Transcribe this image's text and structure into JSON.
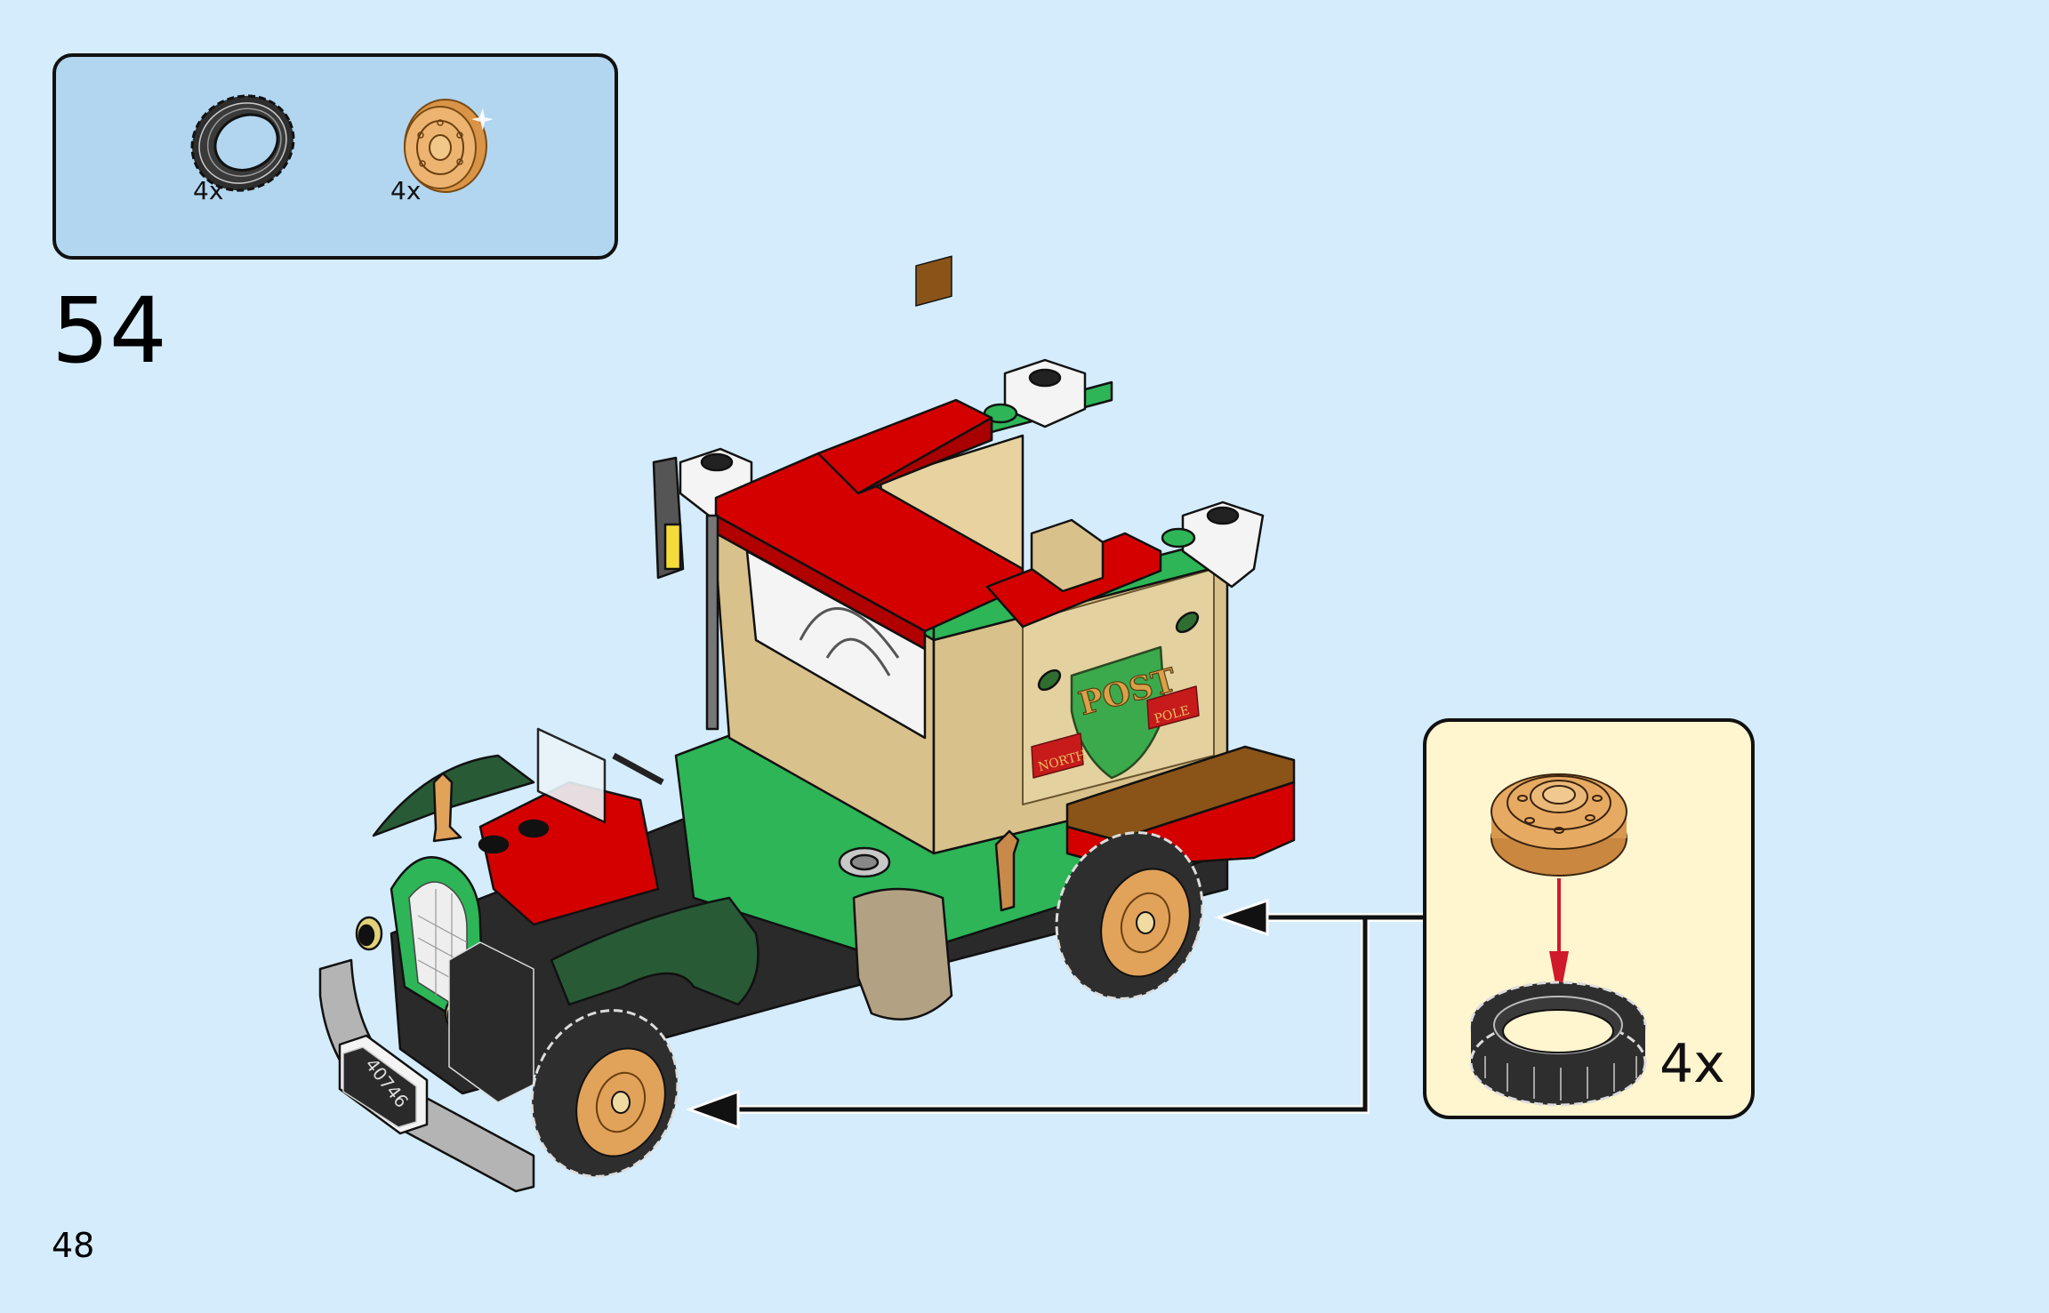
{
  "page": {
    "page_number": "48",
    "step_number": "54",
    "background_color": "#D4ECFB"
  },
  "parts_list": {
    "fill_color": "#B2D6F0",
    "items": [
      {
        "name": "tire",
        "icon": "black-tire-icon",
        "color": "#2E2E2E",
        "quantity": "4x"
      },
      {
        "name": "wheel-rim",
        "icon": "pearl-gold-wheel-icon",
        "color": "#E3A458",
        "quantity": "4x"
      }
    ]
  },
  "subassembly": {
    "fill_color": "#FFF5CF",
    "quantity": "4x",
    "instruction": "press wheel rim into tire",
    "arrow_color": "#D01A2A",
    "parts": [
      "pearl-gold-wheel-rim",
      "black-tire"
    ]
  },
  "model": {
    "description": "North Pole post truck",
    "license_plate": "40746",
    "sign": {
      "main": "POST",
      "left_banner": "NORTH",
      "right_banner": "POLE"
    },
    "colors": {
      "red": "#D40000",
      "bright_green": "#2DB558",
      "dark_green": "#285A36",
      "tan": "#D9C18B",
      "white": "#F4F4F4",
      "black": "#2A2A2A",
      "light_gray": "#B4B4B4",
      "reddish_brown": "#8A5418",
      "pearl_gold": "#E1A25A",
      "sand_bag": "#B3A184"
    }
  },
  "callouts": [
    {
      "target": "rear-wheel",
      "direction": "left"
    },
    {
      "target": "front-wheel",
      "direction": "left"
    }
  ]
}
